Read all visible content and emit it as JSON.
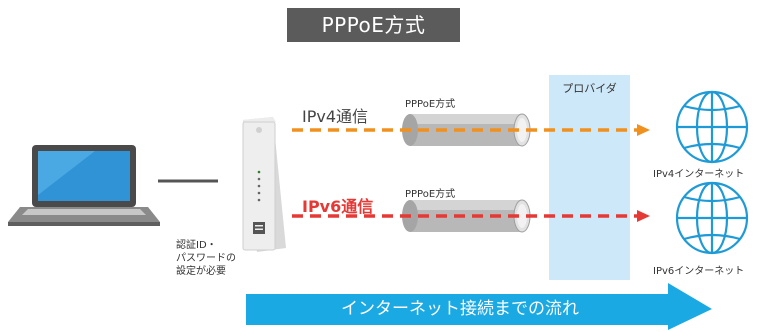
{
  "title": "PPPoE方式",
  "provider": {
    "label": "プロバイダ"
  },
  "auth_note": [
    "認証ID・",
    "パスワードの",
    "設定が必要"
  ],
  "lines": [
    {
      "label": "IPv4通信",
      "tunnel_label": "PPPoE方式",
      "internet_label": "IPv4インターネット",
      "color": "#f0901f"
    },
    {
      "label": "IPv6通信",
      "tunnel_label": "PPPoE方式",
      "internet_label": "IPv6インターネット",
      "color": "#e53935"
    }
  ],
  "flow_arrow": {
    "label": "インターネット接続までの流れ",
    "color": "#1aa9e3"
  }
}
